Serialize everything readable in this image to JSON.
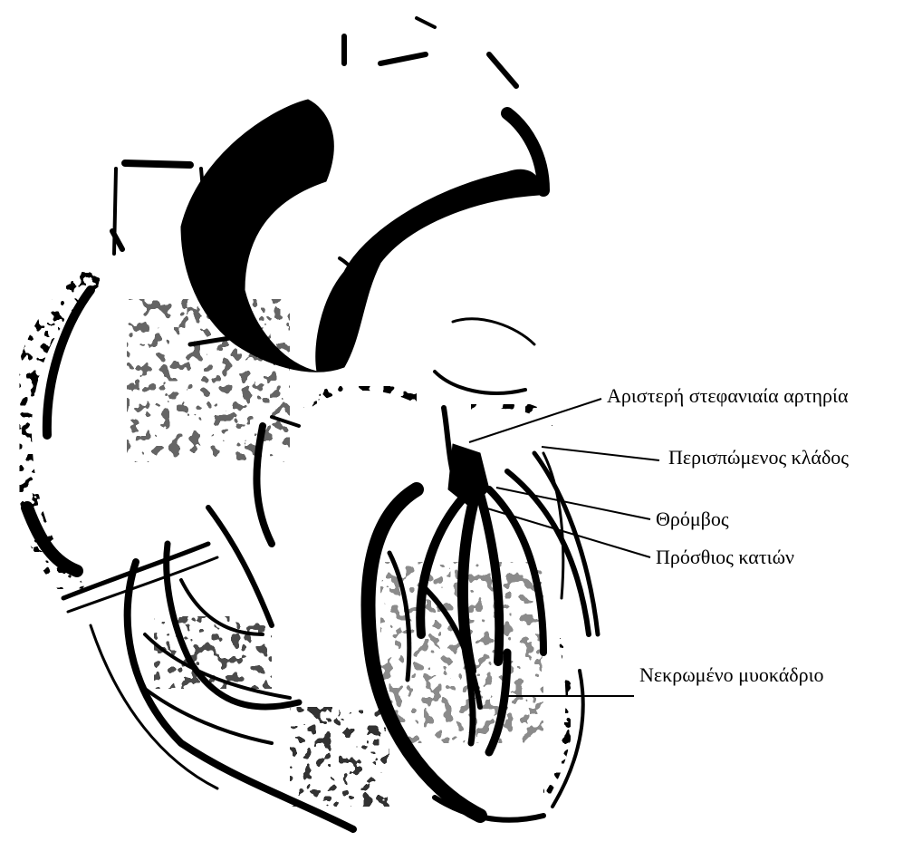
{
  "diagram": {
    "subject": "heart",
    "labels": {
      "left_coronary_artery": "Αριστερή στεφανιαία αρτηρία",
      "circumflex_branch": "Περισπώμενος κλάδος",
      "thrombus": "Θρόμβος",
      "anterior_descending": "Πρόσθιος κατιών",
      "necrotic_myocardium": "Νεκρωμένο μυοκάδριο"
    }
  },
  "colors": {
    "ink": "#000000",
    "background": "#ffffff"
  }
}
